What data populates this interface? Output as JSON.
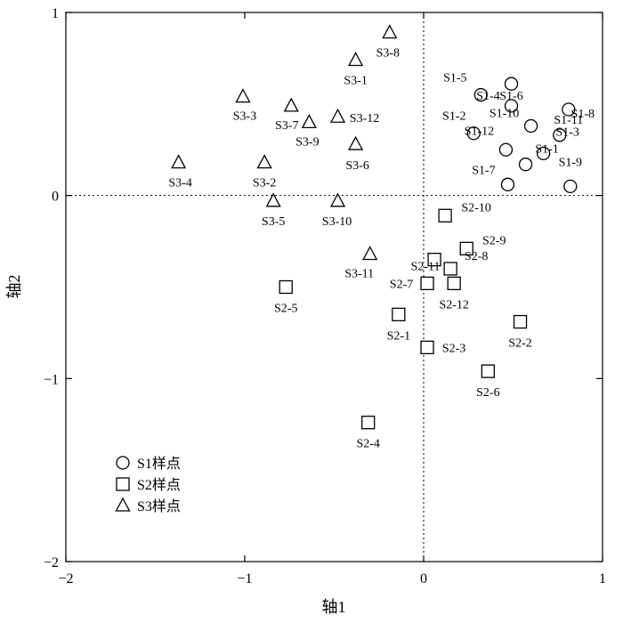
{
  "chart_data": {
    "type": "scatter",
    "title": "",
    "xlabel": "轴1",
    "ylabel": "轴2",
    "xlim": [
      -2,
      1
    ],
    "ylim": [
      -2,
      1
    ],
    "xticks": [
      -2,
      -1,
      0,
      1
    ],
    "yticks": [
      -2,
      -1,
      0,
      1
    ],
    "x_tick_labels": [
      "−2",
      "−1",
      "0",
      "1"
    ],
    "y_tick_labels": [
      "−2",
      "−1",
      "0",
      "1"
    ],
    "grid": false,
    "zero_reference_lines": true,
    "legend_position": "bottom-left",
    "series": [
      {
        "name": "S1样点",
        "marker": "circle",
        "points": [
          {
            "label": "S1-1",
            "x": 0.57,
            "y": 0.17
          },
          {
            "label": "S1-2",
            "x": 0.28,
            "y": 0.34
          },
          {
            "label": "S1-3",
            "x": 0.67,
            "y": 0.23
          },
          {
            "label": "S1-4",
            "x": 0.49,
            "y": 0.49
          },
          {
            "label": "S1-5",
            "x": 0.32,
            "y": 0.55
          },
          {
            "label": "S1-6",
            "x": 0.49,
            "y": 0.61
          },
          {
            "label": "S1-7",
            "x": 0.47,
            "y": 0.06
          },
          {
            "label": "S1-8",
            "x": 0.76,
            "y": 0.33
          },
          {
            "label": "S1-9",
            "x": 0.82,
            "y": 0.05
          },
          {
            "label": "S1-10",
            "x": 0.6,
            "y": 0.38
          },
          {
            "label": "S1-11",
            "x": 0.81,
            "y": 0.47
          },
          {
            "label": "S1-12",
            "x": 0.46,
            "y": 0.25
          }
        ]
      },
      {
        "name": "S2样点",
        "marker": "square",
        "points": [
          {
            "label": "S2-1",
            "x": -0.14,
            "y": -0.65
          },
          {
            "label": "S2-2",
            "x": 0.54,
            "y": -0.69
          },
          {
            "label": "S2-3",
            "x": 0.02,
            "y": -0.83
          },
          {
            "label": "S2-4",
            "x": -0.31,
            "y": -1.24
          },
          {
            "label": "S2-5",
            "x": -0.77,
            "y": -0.5
          },
          {
            "label": "S2-6",
            "x": 0.36,
            "y": -0.96
          },
          {
            "label": "S2-7",
            "x": 0.02,
            "y": -0.48
          },
          {
            "label": "S2-8",
            "x": 0.15,
            "y": -0.4
          },
          {
            "label": "S2-9",
            "x": 0.24,
            "y": -0.29
          },
          {
            "label": "S2-10",
            "x": 0.12,
            "y": -0.11
          },
          {
            "label": "S2-11",
            "x": 0.06,
            "y": -0.35
          },
          {
            "label": "S2-12",
            "x": 0.17,
            "y": -0.48
          }
        ]
      },
      {
        "name": "S3样点",
        "marker": "triangle",
        "points": [
          {
            "label": "S3-1",
            "x": -0.38,
            "y": 0.74
          },
          {
            "label": "S3-2",
            "x": -0.89,
            "y": 0.18
          },
          {
            "label": "S3-3",
            "x": -1.01,
            "y": 0.54
          },
          {
            "label": "S3-4",
            "x": -1.37,
            "y": 0.18
          },
          {
            "label": "S3-5",
            "x": -0.84,
            "y": -0.03
          },
          {
            "label": "S3-6",
            "x": -0.38,
            "y": 0.28
          },
          {
            "label": "S3-7",
            "x": -0.74,
            "y": 0.49
          },
          {
            "label": "S3-8",
            "x": -0.19,
            "y": 0.89
          },
          {
            "label": "S3-9",
            "x": -0.64,
            "y": 0.4
          },
          {
            "label": "S3-10",
            "x": -0.48,
            "y": -0.03
          },
          {
            "label": "S3-11",
            "x": -0.3,
            "y": -0.32
          },
          {
            "label": "S3-12",
            "x": -0.48,
            "y": 0.43
          }
        ]
      }
    ]
  }
}
